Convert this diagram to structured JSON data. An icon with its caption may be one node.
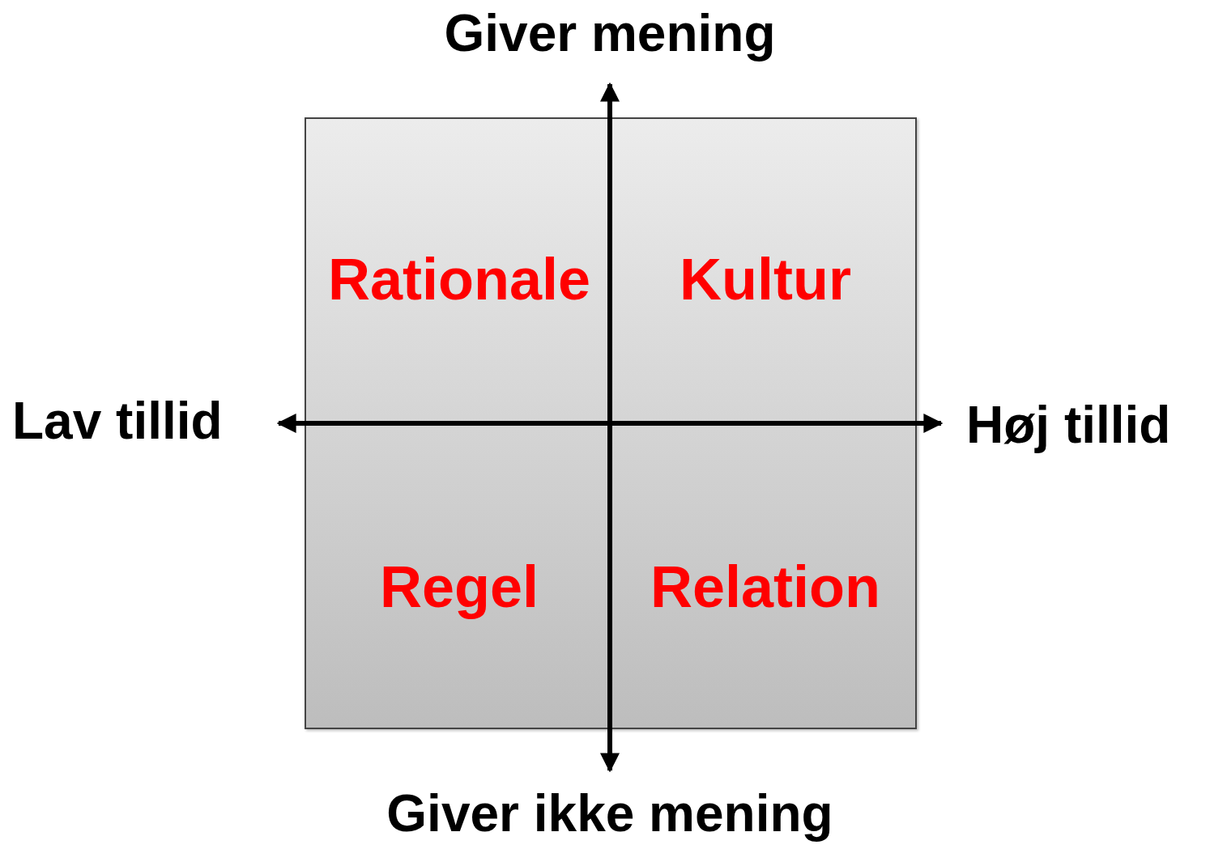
{
  "diagram": {
    "nodes": [
      {
        "text": [
          "Rationale",
          "Kultur",
          "Regel",
          "Relation"
        ]
      }
    ],
    "labels": [
      "Giver mening",
      "Lav tillid",
      "Høj tillid",
      "Giver ikke mening"
    ]
  }
}
